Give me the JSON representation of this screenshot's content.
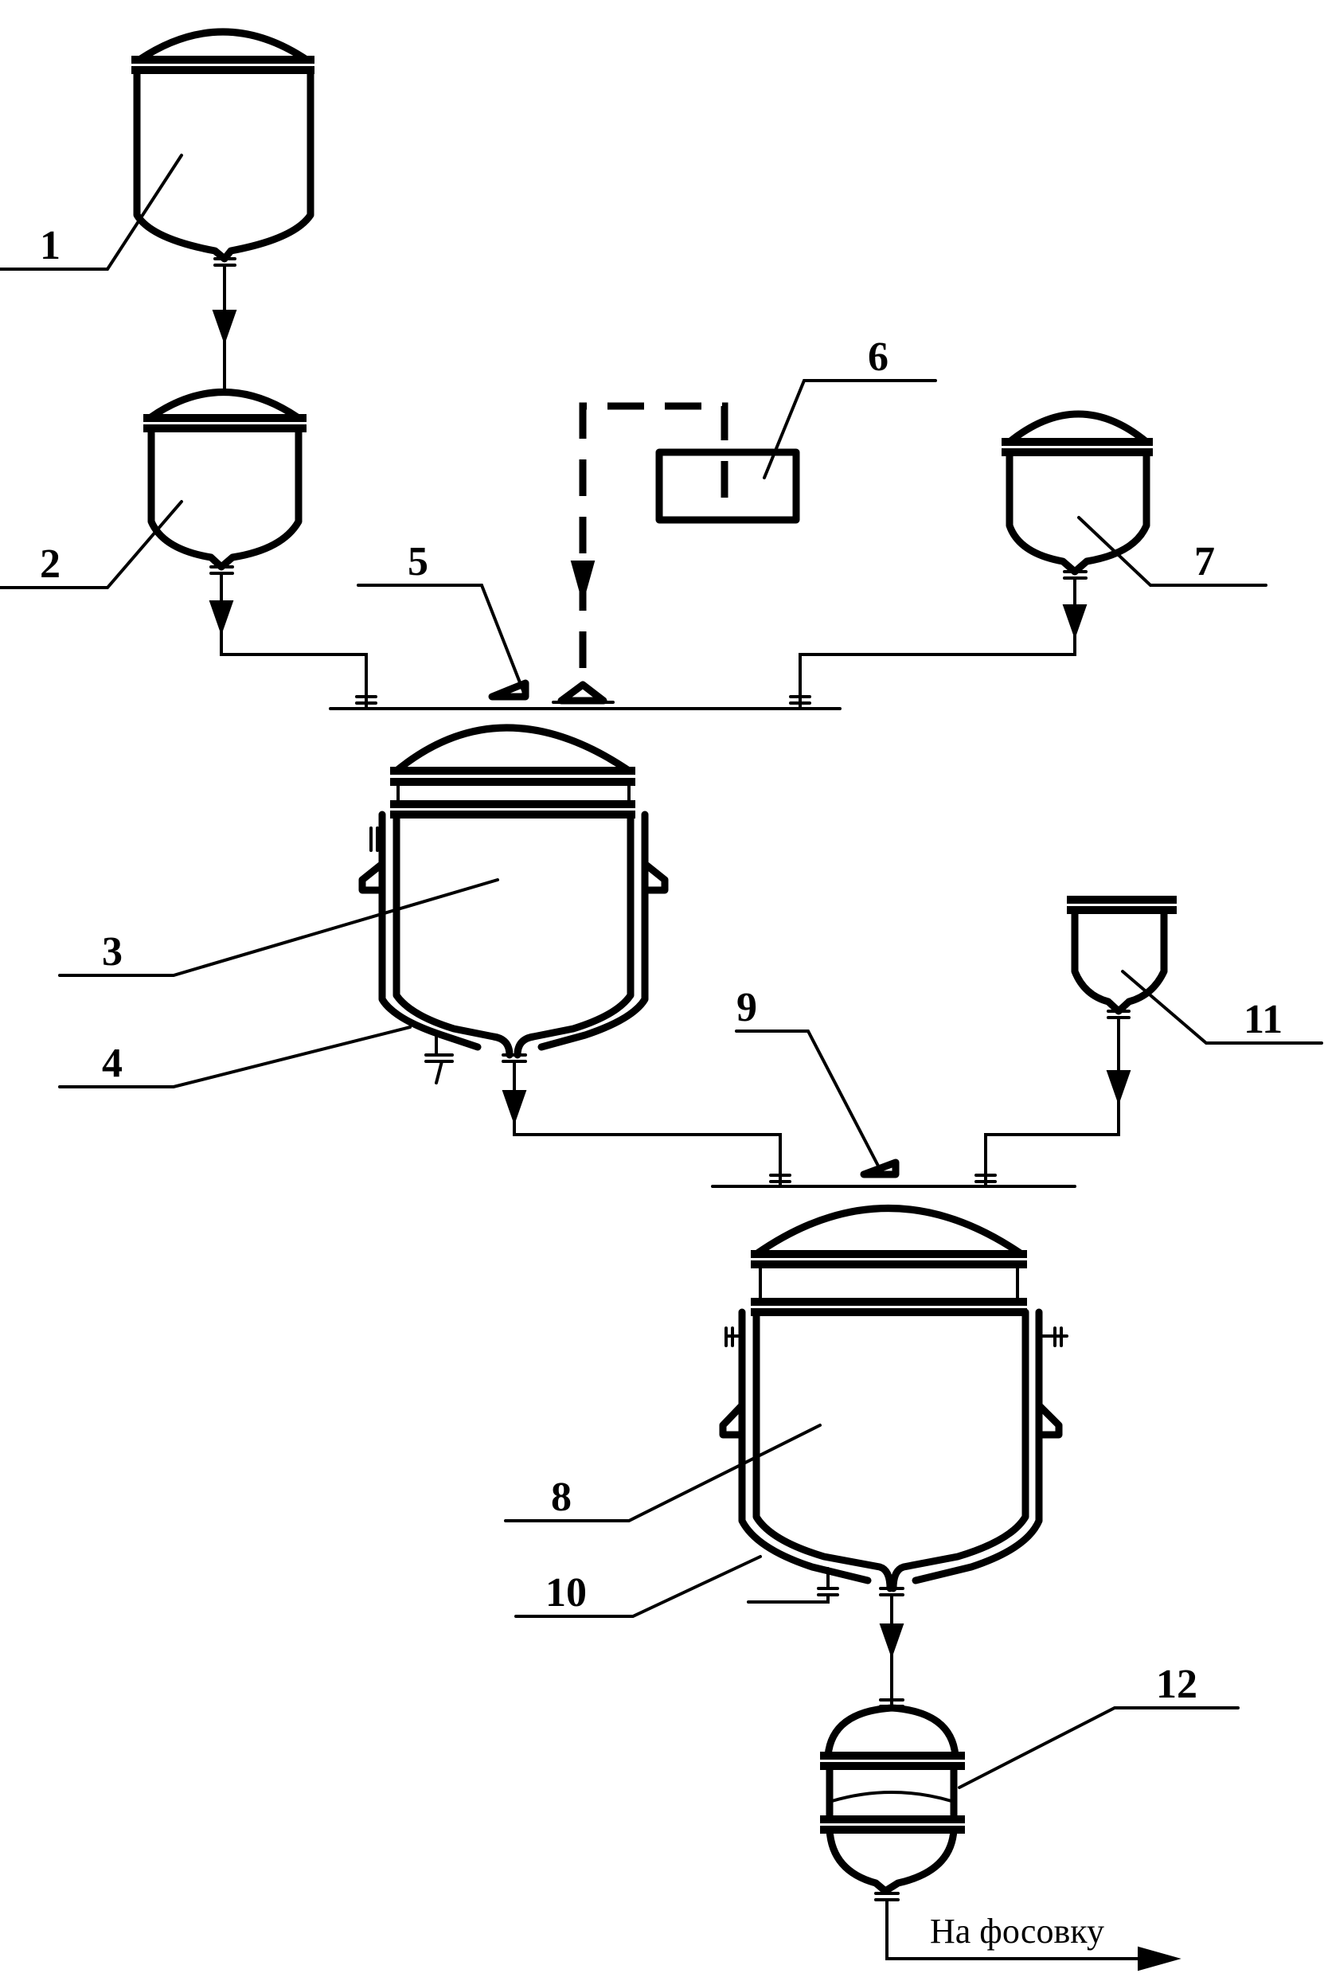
{
  "labels": {
    "l1": "1",
    "l2": "2",
    "l3": "3",
    "l4": "4",
    "l5": "5",
    "l6": "6",
    "l7": "7",
    "l8": "8",
    "l9": "9",
    "l10": "10",
    "l11": "11",
    "l12": "12"
  },
  "outlet_label": "На фосовку"
}
